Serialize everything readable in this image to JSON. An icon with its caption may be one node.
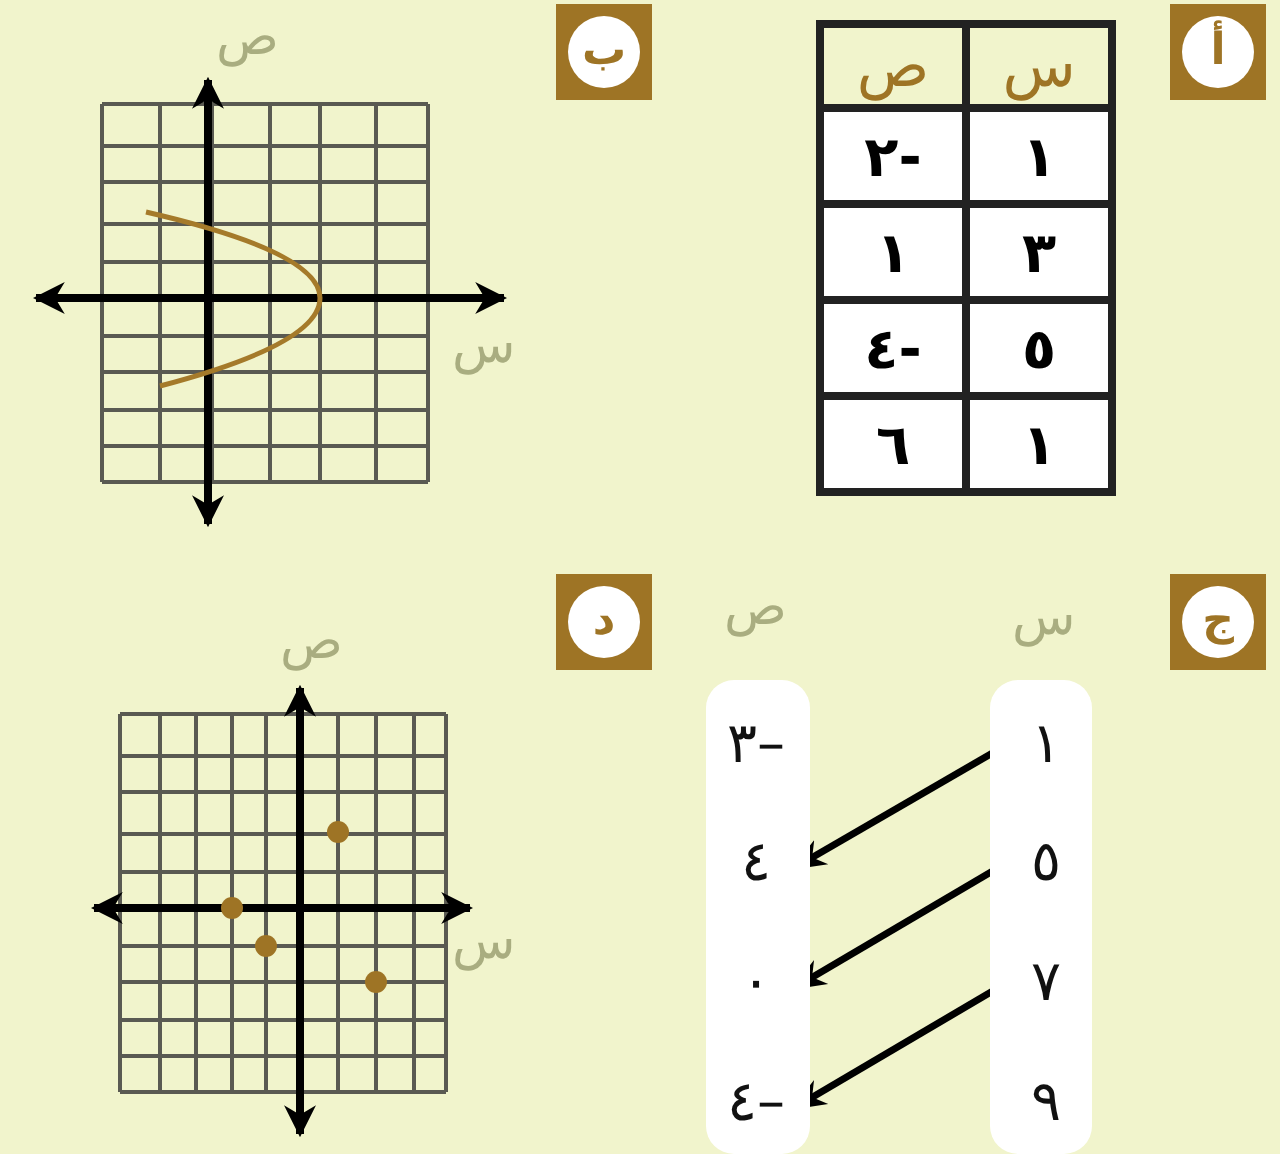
{
  "diagram": {
    "nodes": [
      {
        "text": [],
        "shape": "bar"
      },
      {
        "text": [
          "–٣"
        ],
        "in": 0
      },
      {
        "text": [
          "٤"
        ],
        "in": 0
      },
      {
        "text": [
          "٠"
        ],
        "in": 0
      },
      {
        "text": [
          "–٤"
        ],
        "in": 0
      },
      {
        "text": [],
        "shape": "bar"
      },
      {
        "text": [
          "١"
        ],
        "in": 5
      },
      {
        "text": [
          "٥"
        ],
        "in": 5
      },
      {
        "text": [
          "٧"
        ],
        "in": 5
      },
      {
        "text": [
          "٩"
        ],
        "in": 5
      }
    ],
    "edges": [
      {
        "from": 6,
        "to": 2,
        "arrow": "to"
      },
      {
        "from": 7,
        "to": 3,
        "arrow": "to"
      },
      {
        "from": 8,
        "to": 4,
        "arrow": "to"
      }
    ],
    "labels": [
      "أ",
      "س",
      "ص",
      "١",
      "-٢",
      "٣",
      "١",
      "٥",
      "-٤",
      "١",
      "٦",
      "ب",
      "ص",
      "س",
      "ج",
      "س",
      "ص",
      "د",
      "ص",
      "س"
    ]
  }
}
